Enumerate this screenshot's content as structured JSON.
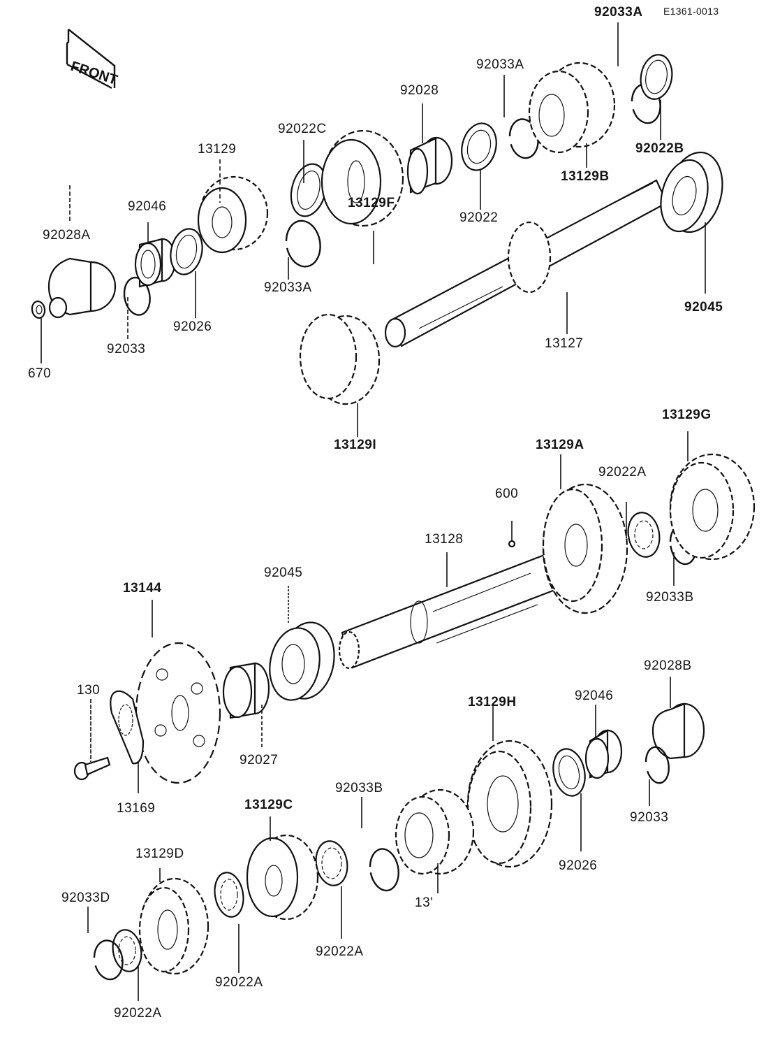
{
  "diagram": {
    "type": "exploded-parts-diagram",
    "subject": "Transmission (gear shafts)",
    "reference_code": "E1361-0013",
    "orientation_badge": "FRONT",
    "labels": {
      "l_92033A_top": "92033A",
      "l_92033A_2": "92033A",
      "l_92022B": "92022B",
      "l_13129B": "13129B",
      "l_92028": "92028",
      "l_92022": "92022",
      "l_92022C": "92022C",
      "l_13129": "13129",
      "l_13129F": "13129F",
      "l_92046_top": "92046",
      "l_92028A": "92028A",
      "l_92033A_3": "92033A",
      "l_92026_top": "92026",
      "l_92033_top": "92033",
      "l_670": "670",
      "l_13127": "13127",
      "l_92045_top": "92045",
      "l_13129I": "13129I",
      "l_13129G": "13129G",
      "l_13129A": "13129A",
      "l_92022A_mid": "92022A",
      "l_600": "600",
      "l_13128": "13128",
      "l_92033B_mid": "92033B",
      "l_13144": "13144",
      "l_92045_mid": "92045",
      "l_130": "130",
      "l_92027": "92027",
      "l_13169": "13169",
      "l_92028B": "92028B",
      "l_92046_bot": "92046",
      "l_13129H": "13129H",
      "l_92033_bot": "92033",
      "l_92026_bot": "92026",
      "l_13129C": "13129C",
      "l_92033B_bot": "92033B",
      "l_13129D": "13129D",
      "l_92033D": "92033D",
      "l_92022A_b1": "92022A",
      "l_92022A_b2": "92022A",
      "l_92022A_b3": "92022A",
      "l_partial": "13'"
    }
  }
}
